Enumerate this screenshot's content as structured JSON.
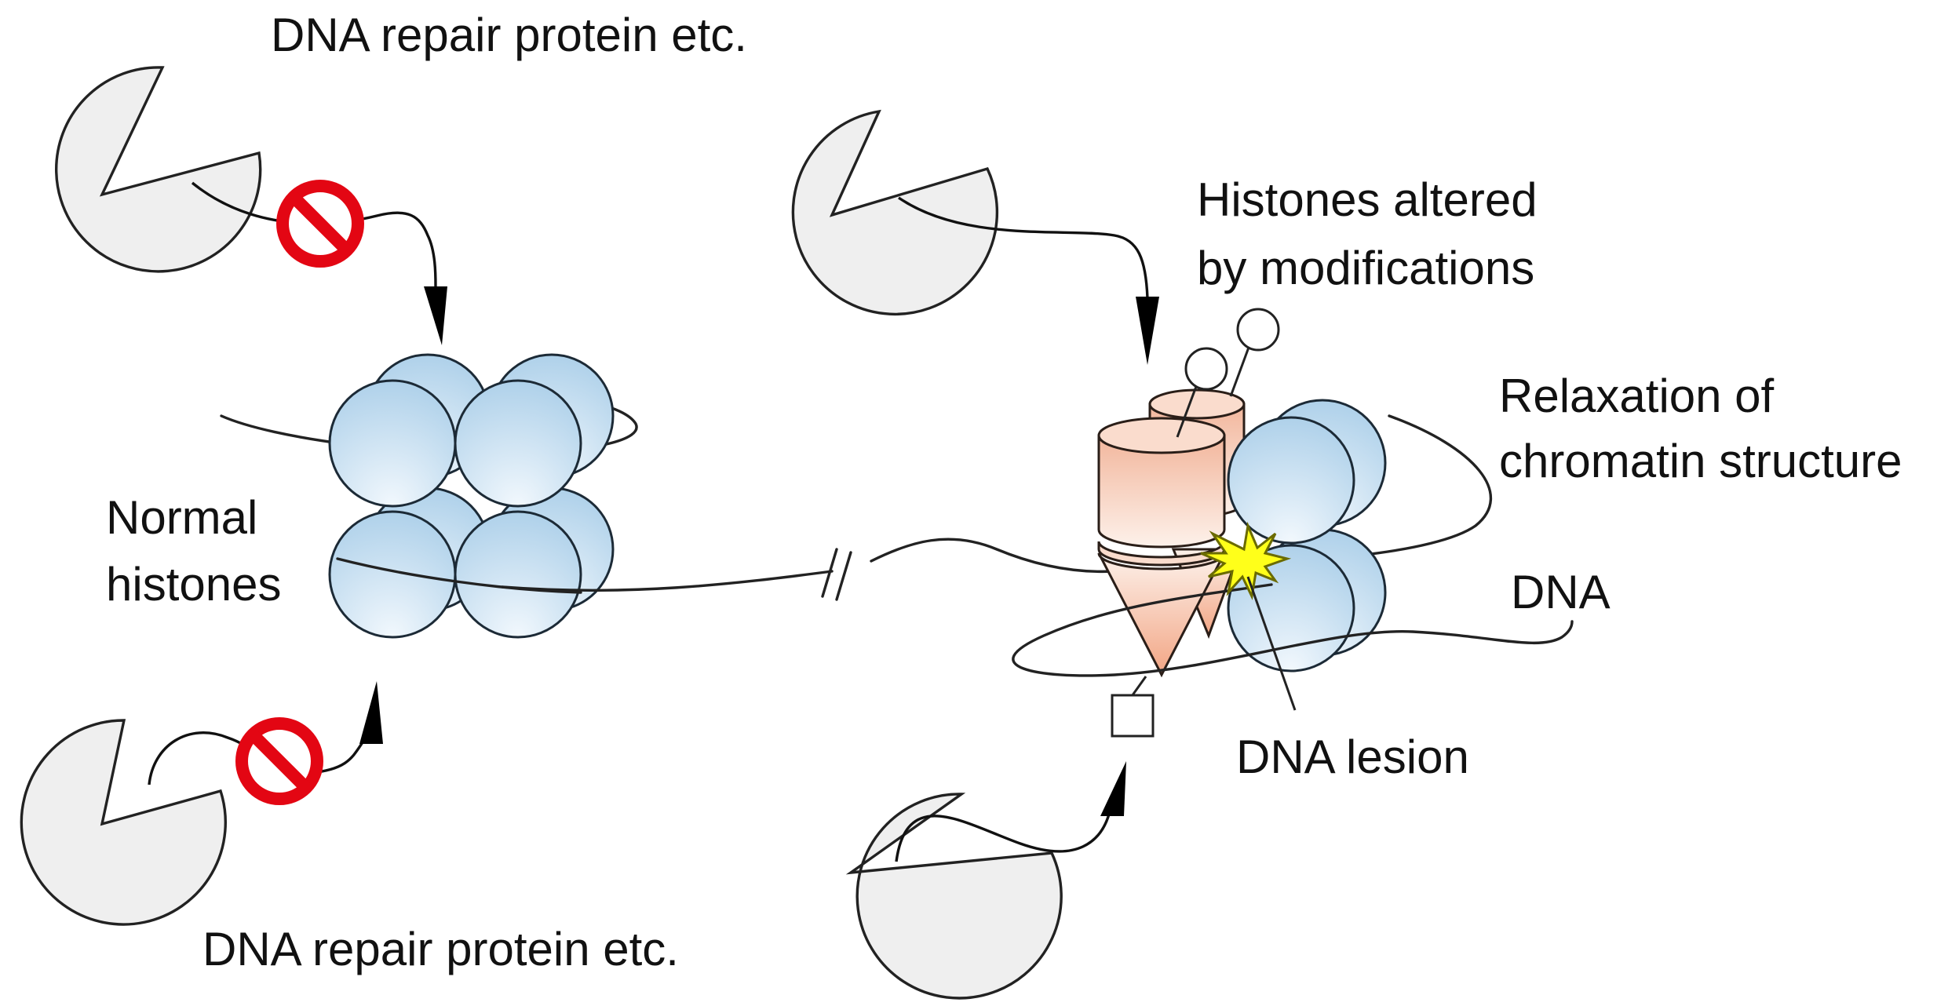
{
  "labels": {
    "repair_protein_top": "DNA repair protein etc.",
    "repair_protein_bottom": "DNA repair protein etc.",
    "normal_histones_line1": "Normal",
    "normal_histones_line2": "histones",
    "altered_line1": "Histones altered",
    "altered_line2": "by modifications",
    "relaxation_line1": "Relaxation of",
    "relaxation_line2": "chromatin structure",
    "dna": "DNA",
    "dna_lesion": "DNA lesion"
  },
  "colors": {
    "histone_blue_light": "#f2f8fd",
    "histone_blue_dark": "#a8cde8",
    "modified_histone_light": "#fdf1ea",
    "modified_histone_dark": "#f2b69c",
    "protein_fill": "#efefef",
    "prohibition_red": "#e30613",
    "lesion_yellow": "#ffff1a"
  },
  "icons": {
    "blocked_binding": "prohibition-sign-icon",
    "dna_damage": "starburst-lesion-icon"
  }
}
